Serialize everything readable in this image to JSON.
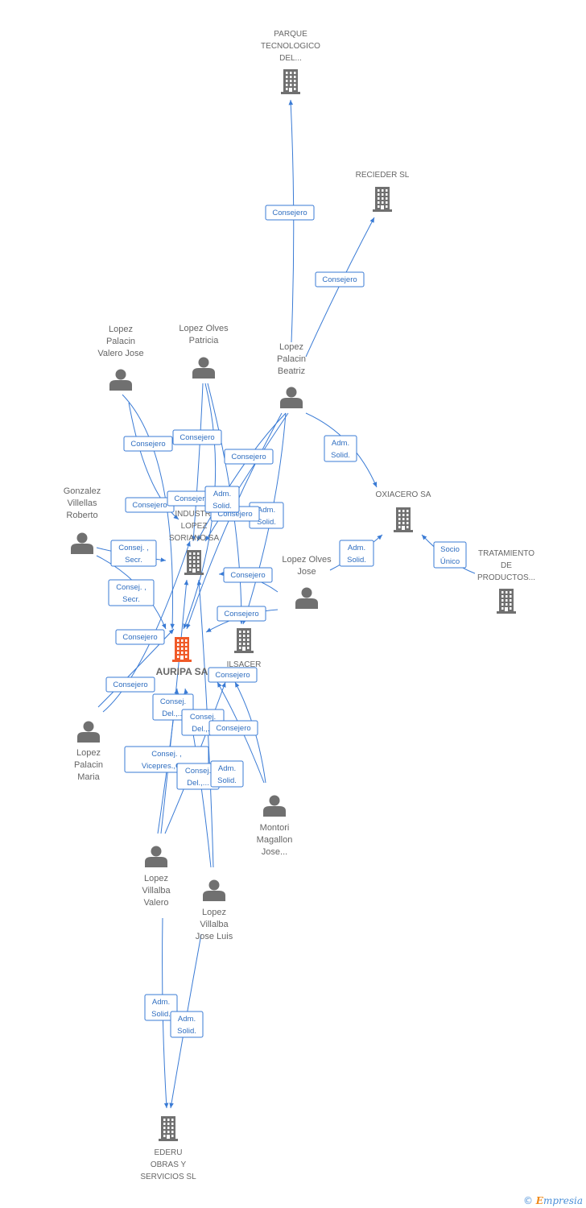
{
  "nodes": [
    {
      "id": "parque",
      "type": "company",
      "lines": [
        "PARQUE",
        "TECNOLOGICO",
        "DEL..."
      ]
    },
    {
      "id": "recieder",
      "type": "company",
      "lines": [
        "RECIEDER SL"
      ]
    },
    {
      "id": "oxiacero",
      "type": "company",
      "lines": [
        "OXIACERO SA"
      ]
    },
    {
      "id": "tratamiento",
      "type": "company",
      "lines": [
        "TRATAMIENTO",
        "DE",
        "PRODUCTOS..."
      ]
    },
    {
      "id": "industrias",
      "type": "company",
      "lines": [
        "INDUSTRI",
        "LOPEZ",
        "SORIANO SA"
      ]
    },
    {
      "id": "auripa",
      "type": "company",
      "main": true,
      "lines": [
        "AURIPA SA"
      ]
    },
    {
      "id": "ilsacer",
      "type": "company",
      "lines": [
        "ILSACER"
      ]
    },
    {
      "id": "ederu",
      "type": "company",
      "lines": [
        "EDERU",
        "OBRAS Y",
        "SERVICIOS SL"
      ]
    },
    {
      "id": "valero_jose",
      "type": "person",
      "lines": [
        "Lopez",
        "Palacin",
        "Valero Jose"
      ]
    },
    {
      "id": "olves_patricia",
      "type": "person",
      "lines": [
        "Lopez Olves",
        "Patricia"
      ]
    },
    {
      "id": "palacin_beatriz",
      "type": "person",
      "lines": [
        "Lopez",
        "Palacin",
        "Beatriz"
      ]
    },
    {
      "id": "gonzalez",
      "type": "person",
      "lines": [
        "Gonzalez",
        "Villellas",
        "Roberto"
      ]
    },
    {
      "id": "olves_jose",
      "type": "person",
      "lines": [
        "Lopez Olves",
        "Jose"
      ]
    },
    {
      "id": "palacin_maria",
      "type": "person",
      "lines": [
        "Lopez",
        "Palacin",
        "Maria"
      ]
    },
    {
      "id": "montori",
      "type": "person",
      "lines": [
        "Montori",
        "Magallon",
        "Jose..."
      ]
    },
    {
      "id": "villalba_valero",
      "type": "person",
      "lines": [
        "Lopez",
        "Villalba",
        "Valero"
      ]
    },
    {
      "id": "villalba_jose_luis",
      "type": "person",
      "lines": [
        "Lopez",
        "Villalba",
        "Jose Luis"
      ]
    }
  ],
  "edges": [
    {
      "from": "palacin_beatriz",
      "to": "parque",
      "label": [
        "Consejero"
      ]
    },
    {
      "from": "palacin_beatriz",
      "to": "recieder",
      "label": [
        "Consejero"
      ]
    },
    {
      "from": "palacin_beatriz",
      "to": "oxiacero",
      "label": [
        "Adm.",
        "Solid."
      ]
    },
    {
      "from": "olves_jose",
      "to": "oxiacero",
      "label": [
        "Adm.",
        "Solid."
      ]
    },
    {
      "from": "tratamiento",
      "to": "oxiacero",
      "label": [
        "Socio",
        "Único"
      ]
    },
    {
      "from": "valero_jose",
      "to": "auripa",
      "label": [
        "Consejero"
      ]
    },
    {
      "from": "olves_patricia",
      "to": "industrias",
      "label": [
        "Consejero"
      ]
    },
    {
      "from": "valero_jose",
      "to": "industrias",
      "label": [
        "Consejero"
      ]
    },
    {
      "from": "olves_patricia",
      "to": "auripa",
      "label": [
        "Consejero"
      ]
    },
    {
      "from": "palacin_beatriz",
      "to": "industrias",
      "label": [
        "Consejero"
      ]
    },
    {
      "from": "palacin_beatriz",
      "to": "auripa",
      "label": [
        "Adm.",
        "Solid."
      ]
    },
    {
      "from": "palacin_beatriz",
      "to": "ilsacer",
      "label": [
        "Adm.",
        "Solid."
      ]
    },
    {
      "from": "olves_patricia",
      "to": "ilsacer",
      "label": [
        "Consejero"
      ]
    },
    {
      "from": "gonzalez",
      "to": "industrias",
      "label": [
        "Consej. ,",
        "Secr."
      ]
    },
    {
      "from": "gonzalez",
      "to": "auripa",
      "label": [
        "Consej. ,",
        "Secr."
      ]
    },
    {
      "from": "olves_jose",
      "to": "industrias",
      "label": [
        "Consejero"
      ]
    },
    {
      "from": "olves_jose",
      "to": "auripa",
      "label": [
        "Consejero"
      ]
    },
    {
      "from": "palacin_maria",
      "to": "auripa",
      "label": [
        "Consejero"
      ]
    },
    {
      "from": "palacin_maria",
      "to": "industrias",
      "label": [
        "Consejero"
      ]
    },
    {
      "from": "villalba_valero",
      "to": "auripa",
      "label": [
        "Consej.",
        "Del.,..."
      ]
    },
    {
      "from": "villalba_valero",
      "to": "industrias",
      "label": [
        "Consej. ,",
        "Vicepres.,Co..."
      ]
    },
    {
      "from": "villalba_jose_luis",
      "to": "auripa",
      "label": [
        "Consej.",
        "Del.,..."
      ]
    },
    {
      "from": "villalba_jose_luis",
      "to": "industrias",
      "label": [
        "Consej.",
        "Del.,..."
      ]
    },
    {
      "from": "montori",
      "to": "ilsacer",
      "label": [
        "Consejero"
      ]
    },
    {
      "from": "montori",
      "to": "auripa",
      "label": [
        "Consejero"
      ]
    },
    {
      "from": "villalba_valero",
      "to": "ilsacer",
      "label": [
        "Adm.",
        "Solid."
      ]
    },
    {
      "from": "villalba_valero",
      "to": "ederu",
      "label": [
        "Adm.",
        "Solid."
      ]
    },
    {
      "from": "villalba_jose_luis",
      "to": "ederu",
      "label": [
        "Adm.",
        "Solid."
      ]
    },
    {
      "from": "palacin_beatriz",
      "to": "industrias",
      "label": [
        "Adm.",
        "Solid."
      ]
    }
  ],
  "colors": {
    "edge": "#3a7bd5",
    "edge_label_text": "#2f6ec0",
    "icon": "#707070",
    "main_icon": "#f05a28",
    "label": "#666666"
  },
  "brand": {
    "copyright": "©",
    "name_initial": "E",
    "name_rest": "mpresia"
  }
}
